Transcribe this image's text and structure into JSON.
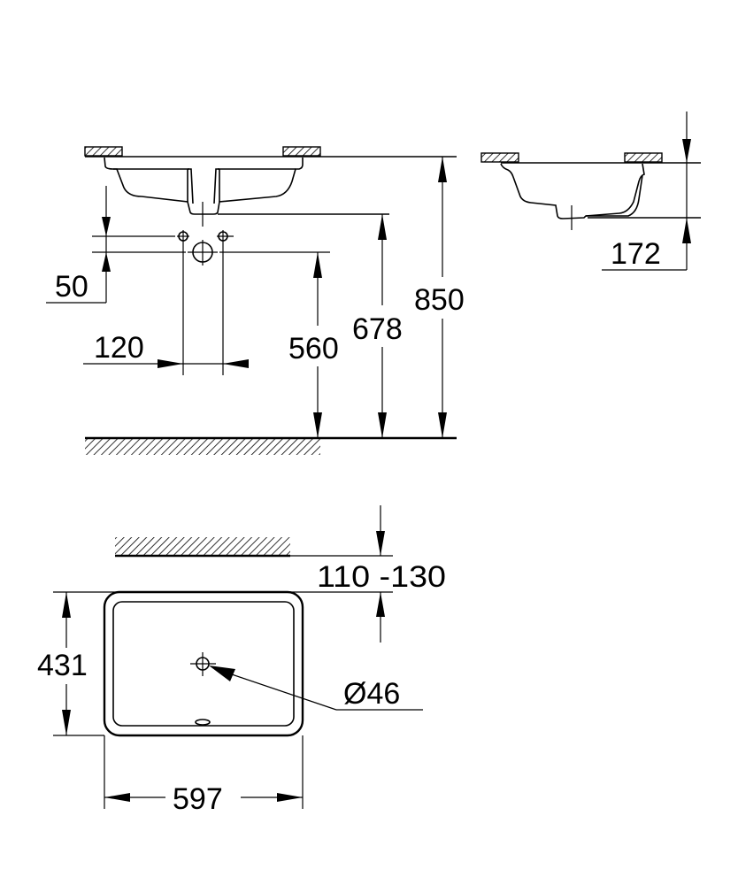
{
  "drawing": {
    "type": "technical-drawing",
    "subject": "undercounter washbasin",
    "colors": {
      "line": "#000000",
      "background": "#ffffff"
    }
  },
  "front_view": {
    "dimensions": {
      "tap_hole_offset": "50",
      "tap_hole_spacing": "120",
      "waste_height": "560",
      "basin_bottom_height": "678",
      "countertop_height": "850"
    }
  },
  "side_view": {
    "dimensions": {
      "basin_depth": "172"
    }
  },
  "top_view": {
    "dimensions": {
      "wall_distance": "110 -130",
      "depth": "431",
      "waste_diameter": "Ø46",
      "width": "597"
    }
  }
}
